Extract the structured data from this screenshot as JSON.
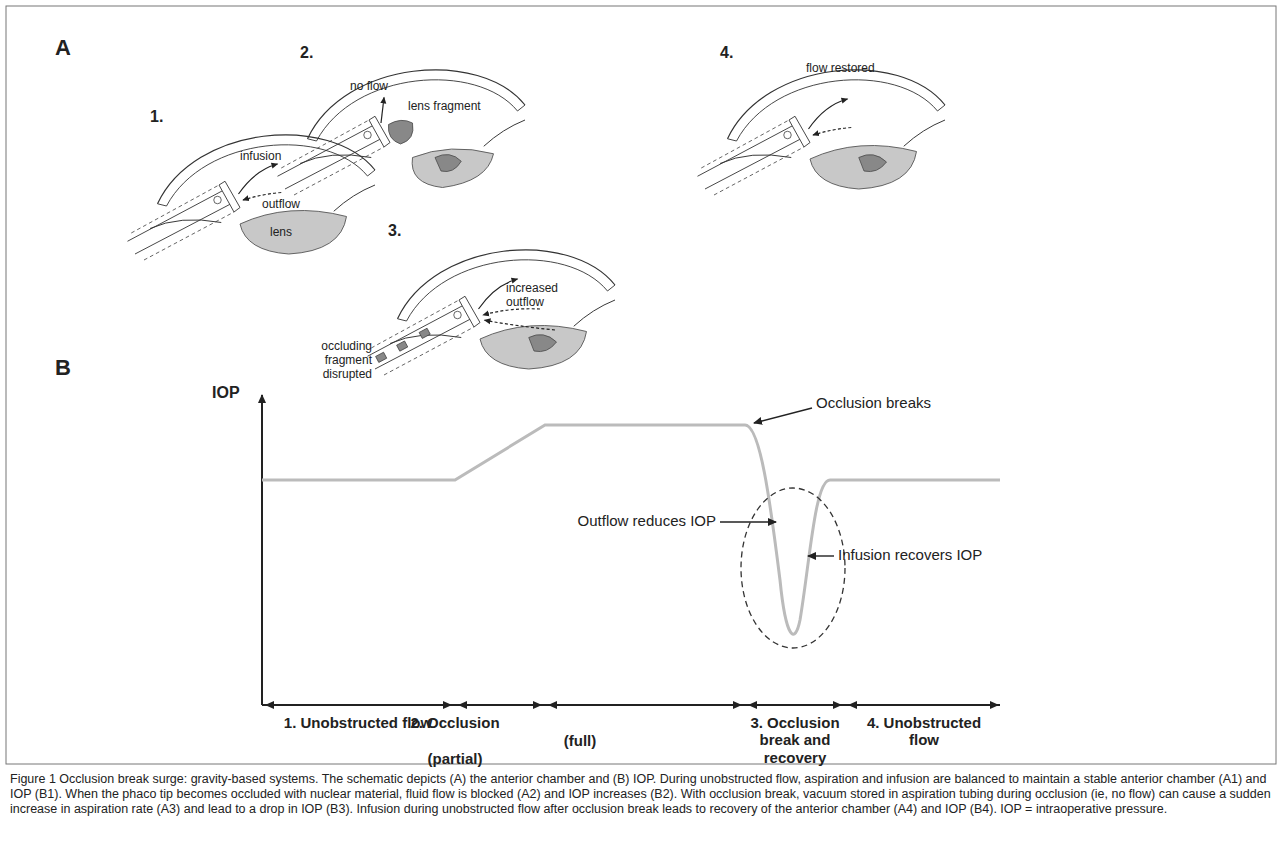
{
  "diagram": {
    "caption": "Figure 1 Occlusion break surge: gravity-based systems. The schematic depicts (A) the anterior chamber and (B) IOP. During unobstructed flow, aspiration and infusion are balanced to maintain a stable anterior chamber (A1) and IOP (B1). When the phaco tip becomes occluded with nuclear material, fluid flow is blocked (A2) and IOP increases (B2). With occlusion break, vacuum stored in aspiration tubing during occlusion (ie, no flow) can cause a sudden increase in aspiration rate (A3) and lead to a drop in IOP (B3). Infusion during unobstructed flow after occlusion break leads to recovery of the anterior chamber (A4) and IOP (B4). IOP = intraoperative pressure.",
    "labels": [
      "A",
      "1.",
      "infusion",
      "outflow",
      "lens",
      "2.",
      "no flow",
      "lens fragment",
      "3.",
      "occluding fragment disrupted",
      "increased outflow",
      "4.",
      "flow restored",
      "B",
      "IOP",
      "Occlusion breaks",
      "Outflow reduces IOP",
      "Infusion recovers IOP",
      "1. Unobstructed flow",
      "2. Occlusion",
      "(partial)",
      "(full)",
      "3. Occlusion break and recovery",
      "4. Unobstructed flow"
    ]
  }
}
